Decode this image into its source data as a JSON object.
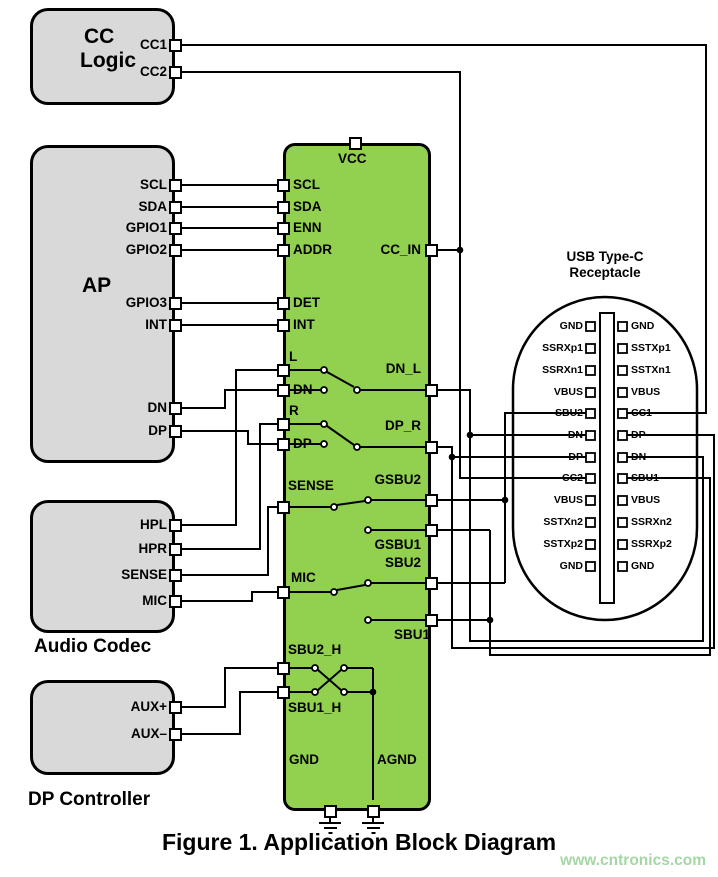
{
  "title": "Figure 1. Application Block Diagram",
  "watermark": "www.cntronics.com",
  "colors": {
    "block_fill": "#d9d9d9",
    "chip_fill": "#92d050",
    "line": "#000000",
    "watermark_text": "#a5d6a5"
  },
  "blocks": {
    "cc_logic": {
      "title_line1": "CC",
      "title_line2": "Logic",
      "pins": [
        "CC1",
        "CC2"
      ]
    },
    "ap": {
      "title": "AP",
      "pins": [
        "SCL",
        "SDA",
        "GPIO1",
        "GPIO2",
        "GPIO3",
        "INT",
        "DN",
        "DP"
      ]
    },
    "audio_codec": {
      "title": "Audio Codec",
      "pins": [
        "HPL",
        "HPR",
        "SENSE",
        "MIC"
      ]
    },
    "dp_controller": {
      "title": "DP Controller",
      "pins": [
        "AUX+",
        "AUX–"
      ]
    }
  },
  "chip": {
    "top_pin": "VCC",
    "left_pins": [
      "SCL",
      "SDA",
      "ENN",
      "ADDR",
      "DET",
      "INT",
      "L",
      "DN",
      "R",
      "DP",
      "SENSE",
      "MIC",
      "SBU2_H",
      "SBU1_H"
    ],
    "right_pins": [
      "CC_IN",
      "DN_L",
      "DP_R",
      "GSBU2",
      "GSBU1",
      "SBU2",
      "SBU1"
    ],
    "bottom_pins": [
      "GND",
      "AGND"
    ]
  },
  "receptacle": {
    "title_line1": "USB Type-C",
    "title_line2": "Receptacle",
    "left_pins": [
      "GND",
      "SSRXp1",
      "SSRXn1",
      "VBUS",
      "SBU2",
      "DN",
      "DP",
      "CC2",
      "VBUS",
      "SSTXn2",
      "SSTXp2",
      "GND"
    ],
    "right_pins": [
      "GND",
      "SSTXp1",
      "SSTXn1",
      "VBUS",
      "CC1",
      "DP",
      "DN",
      "SBU1",
      "VBUS",
      "SSRXn2",
      "SSRXp2",
      "GND"
    ]
  }
}
